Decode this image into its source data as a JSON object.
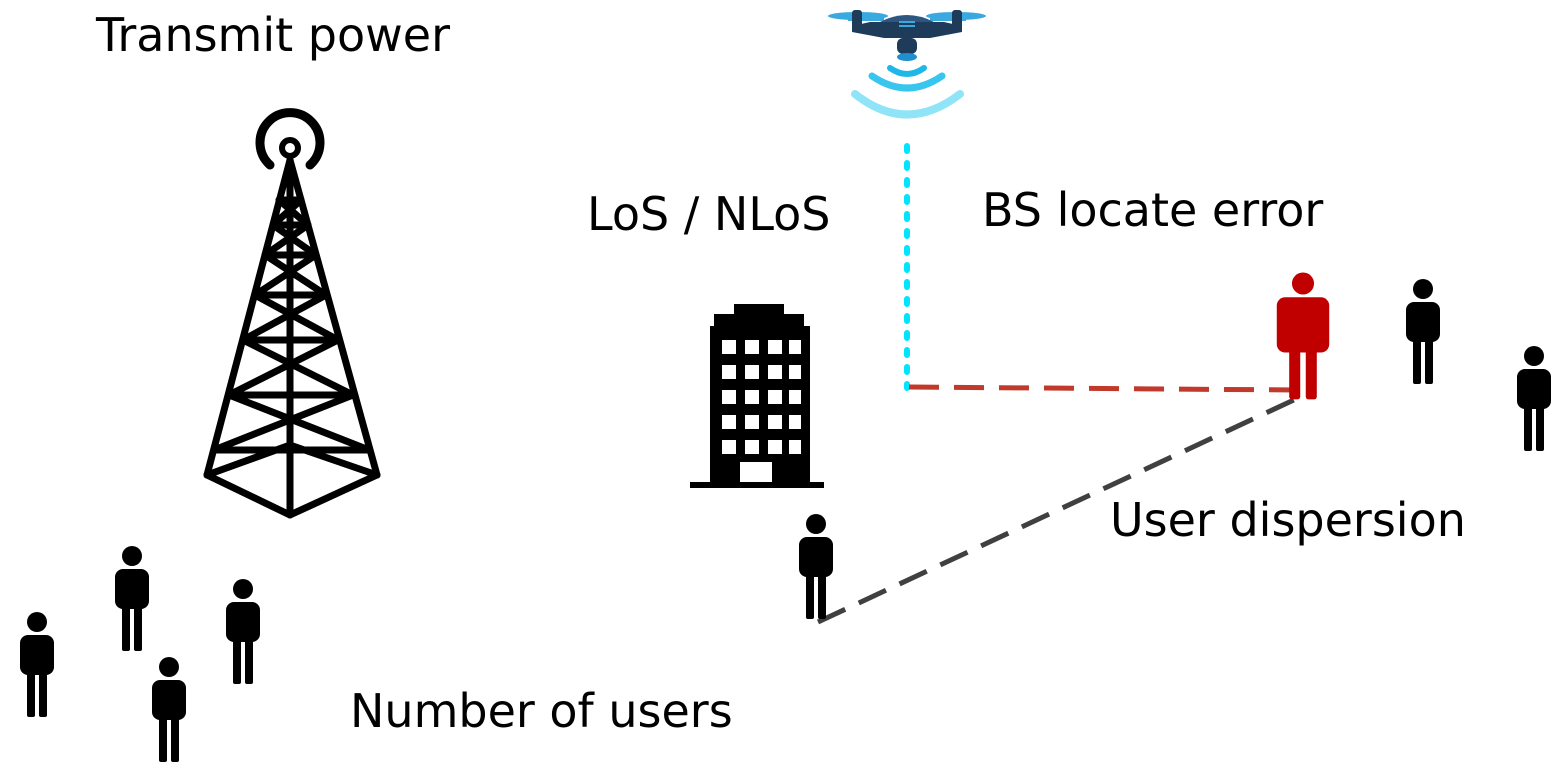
{
  "labels": {
    "transmit_power": "Transmit power",
    "los_nlos": "LoS / NLoS",
    "bs_locate_error": "BS locate error",
    "user_dispersion": "User dispersion",
    "number_of_users": "Number of users"
  },
  "icons": {
    "tower": "cell-tower-icon",
    "drone": "drone-icon",
    "building": "office-building-icon",
    "user": "person-icon",
    "highlighted_user": "person-icon"
  },
  "colors": {
    "ink": "#000000",
    "highlight_user": "#c00000",
    "bs_error_line": "#c0392b",
    "dispersion_line": "#404040",
    "drone_link": "#00e5ff",
    "drone_body": "#1f3b5a",
    "drone_rotor": "#3aa9e0",
    "signal_wave": "#5fd0f0"
  }
}
